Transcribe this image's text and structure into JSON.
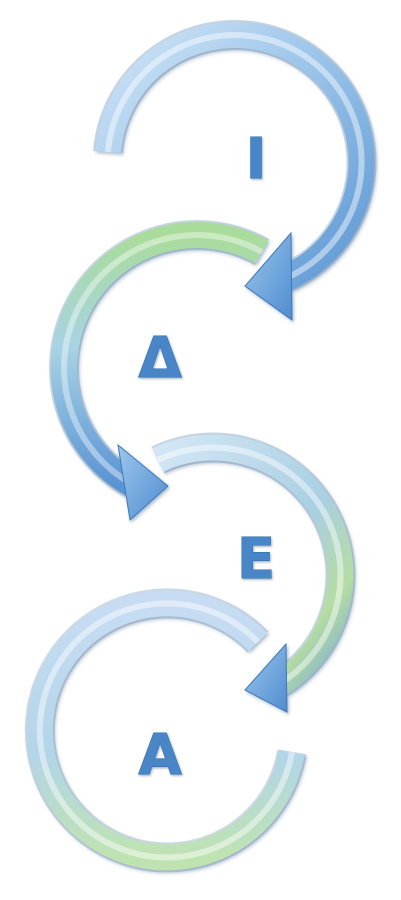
{
  "diagram": {
    "stages": [
      {
        "letter": "Ι"
      },
      {
        "letter": "Δ"
      },
      {
        "letter": "Ε"
      },
      {
        "letter": "Α"
      }
    ]
  }
}
